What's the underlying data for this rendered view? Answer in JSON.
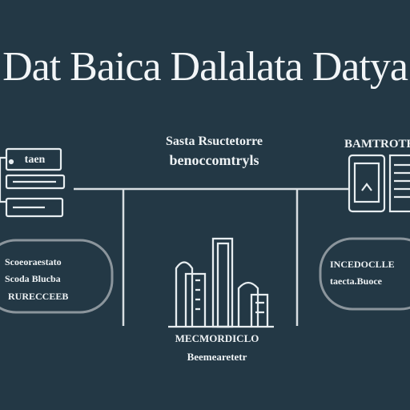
{
  "title": "Dat Baica Dalalata Datya",
  "labels": {
    "top_center_line1": "Sasta Rsuctetorre",
    "top_center_line2": "benoccomtryls",
    "top_right": "BAMTROTE",
    "left_box_small": "taen",
    "left_pill_line1": "Scoeoraestato",
    "left_pill_line2": "Scoda Blucba",
    "left_pill_line3": "RURECCEEB",
    "right_pill_line1": "INCEDOCLLE",
    "right_pill_line2": "taecta.Buoce",
    "bottom_line1": "MECMORDICLO",
    "bottom_line2": "Beemearetetr"
  },
  "colors": {
    "background": "#233845",
    "foreground": "#e9eef1",
    "lines": "#d8dee2",
    "pill_stroke": "#8b959c"
  },
  "icons": [
    "server-stack-icon",
    "tablet-icon",
    "document-icon",
    "city-buildings-icon"
  ]
}
